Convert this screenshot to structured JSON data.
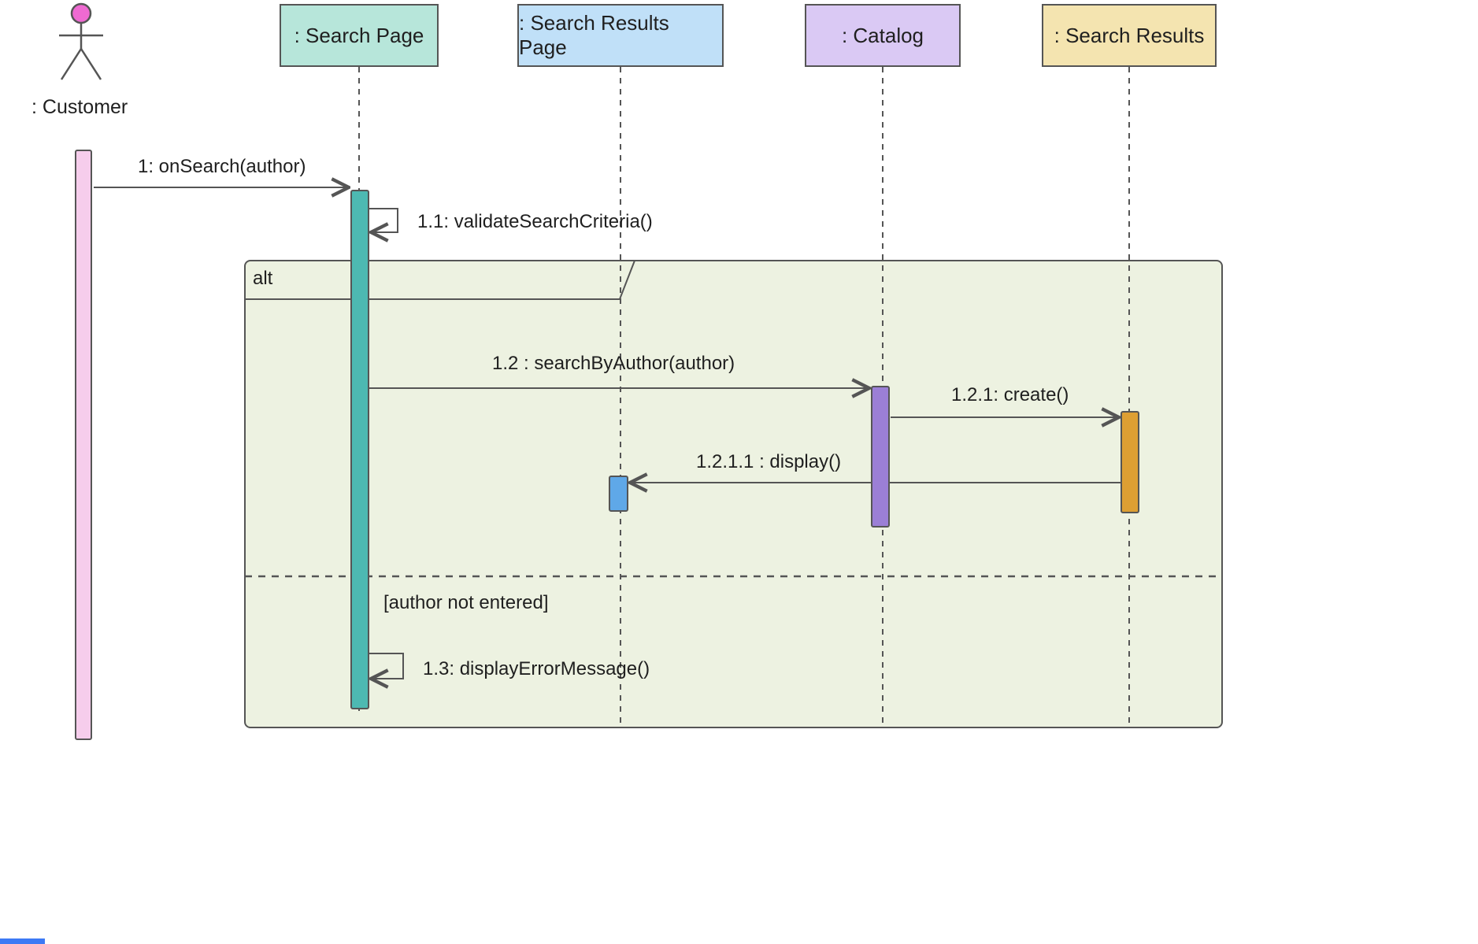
{
  "diagram": {
    "actor": {
      "label": ": Customer"
    },
    "lifelines": [
      {
        "label": ": Search Page",
        "fill": "#b7e6da"
      },
      {
        "label": ": Search Results Page",
        "fill": "#c0e0f8"
      },
      {
        "label": ": Catalog",
        "fill": "#dac9f4"
      },
      {
        "label": ": Search Results",
        "fill": "#f4e4b0"
      }
    ],
    "messages": [
      {
        "label": "1: onSearch(author)"
      },
      {
        "label": "1.1: validateSearchCriteria()"
      },
      {
        "label": "1.2 : searchByAuthor(author)"
      },
      {
        "label": "1.2.1: create()"
      },
      {
        "label": "1.2.1.1 : display()"
      },
      {
        "label": "1.3: displayErrorMessage()"
      }
    ],
    "fragment": {
      "operator": "alt",
      "else_guard": "[author not entered]"
    },
    "colors": {
      "line": "#555555",
      "text": "#1f1f1f",
      "alt_background": "#edf2e1",
      "activation_customer": "#f6cdec",
      "activation_search_page": "#4db9b2",
      "activation_catalog": "#9b7fd6",
      "activation_search_results": "#dd9f33",
      "activation_search_results_page": "#5fa8e8",
      "actor_head": "#ef6ad2",
      "bottom_artifact": "#3d7af5"
    }
  }
}
